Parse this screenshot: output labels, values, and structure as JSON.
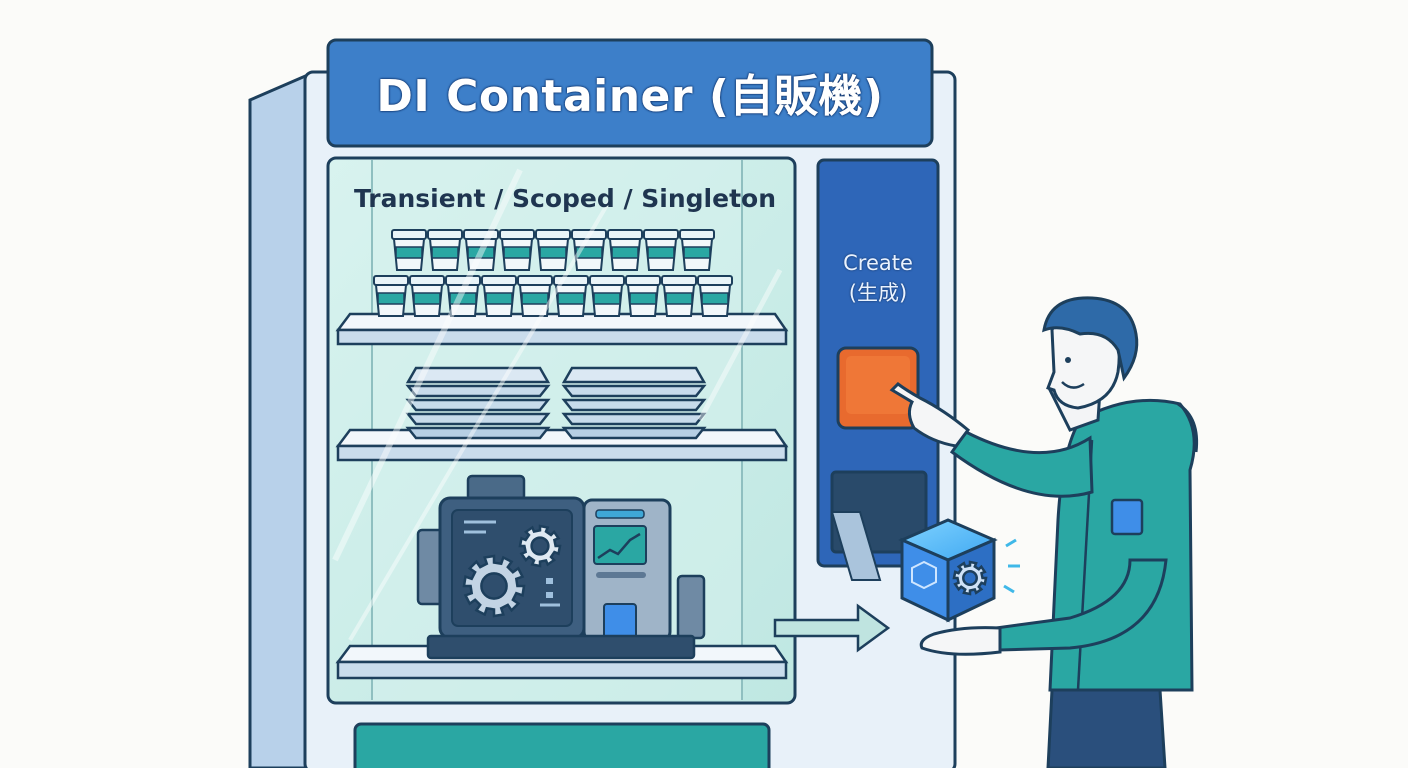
{
  "machine": {
    "title": "DI Container (自販機)",
    "tiers_label": "Transient / Scoped / Singleton",
    "create_label_line1": "Create",
    "create_label_line2": "(生成)"
  },
  "colors": {
    "title_bar": "#3d7fc9",
    "side_panel": "#2e66b8",
    "create_button": "#e86a2e",
    "glass": "#cfeee9",
    "machine_body": "#e7f0f8",
    "outline": "#1d3f5c",
    "hoodie": "#2aa7a3",
    "cube": "#3f8ee8"
  },
  "icons": [
    "coffee-cup-icon",
    "tray-icon",
    "engine-gear-icon",
    "gear-icon",
    "arrow-right-icon",
    "cube-icon"
  ]
}
